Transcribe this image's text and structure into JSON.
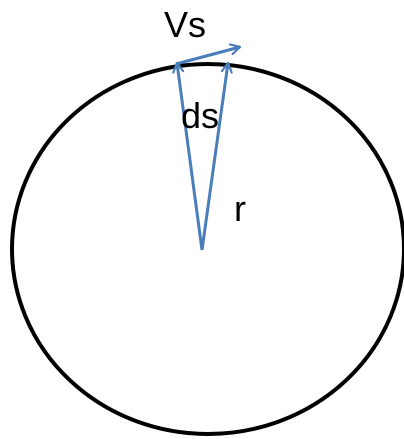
{
  "labels": {
    "velocity": "Vs",
    "arc_length": "ds",
    "radius": "r"
  },
  "colors": {
    "circle_stroke": "#000000",
    "arrow_stroke": "#4a7ebb",
    "text": "#000000",
    "background": "#ffffff"
  }
}
